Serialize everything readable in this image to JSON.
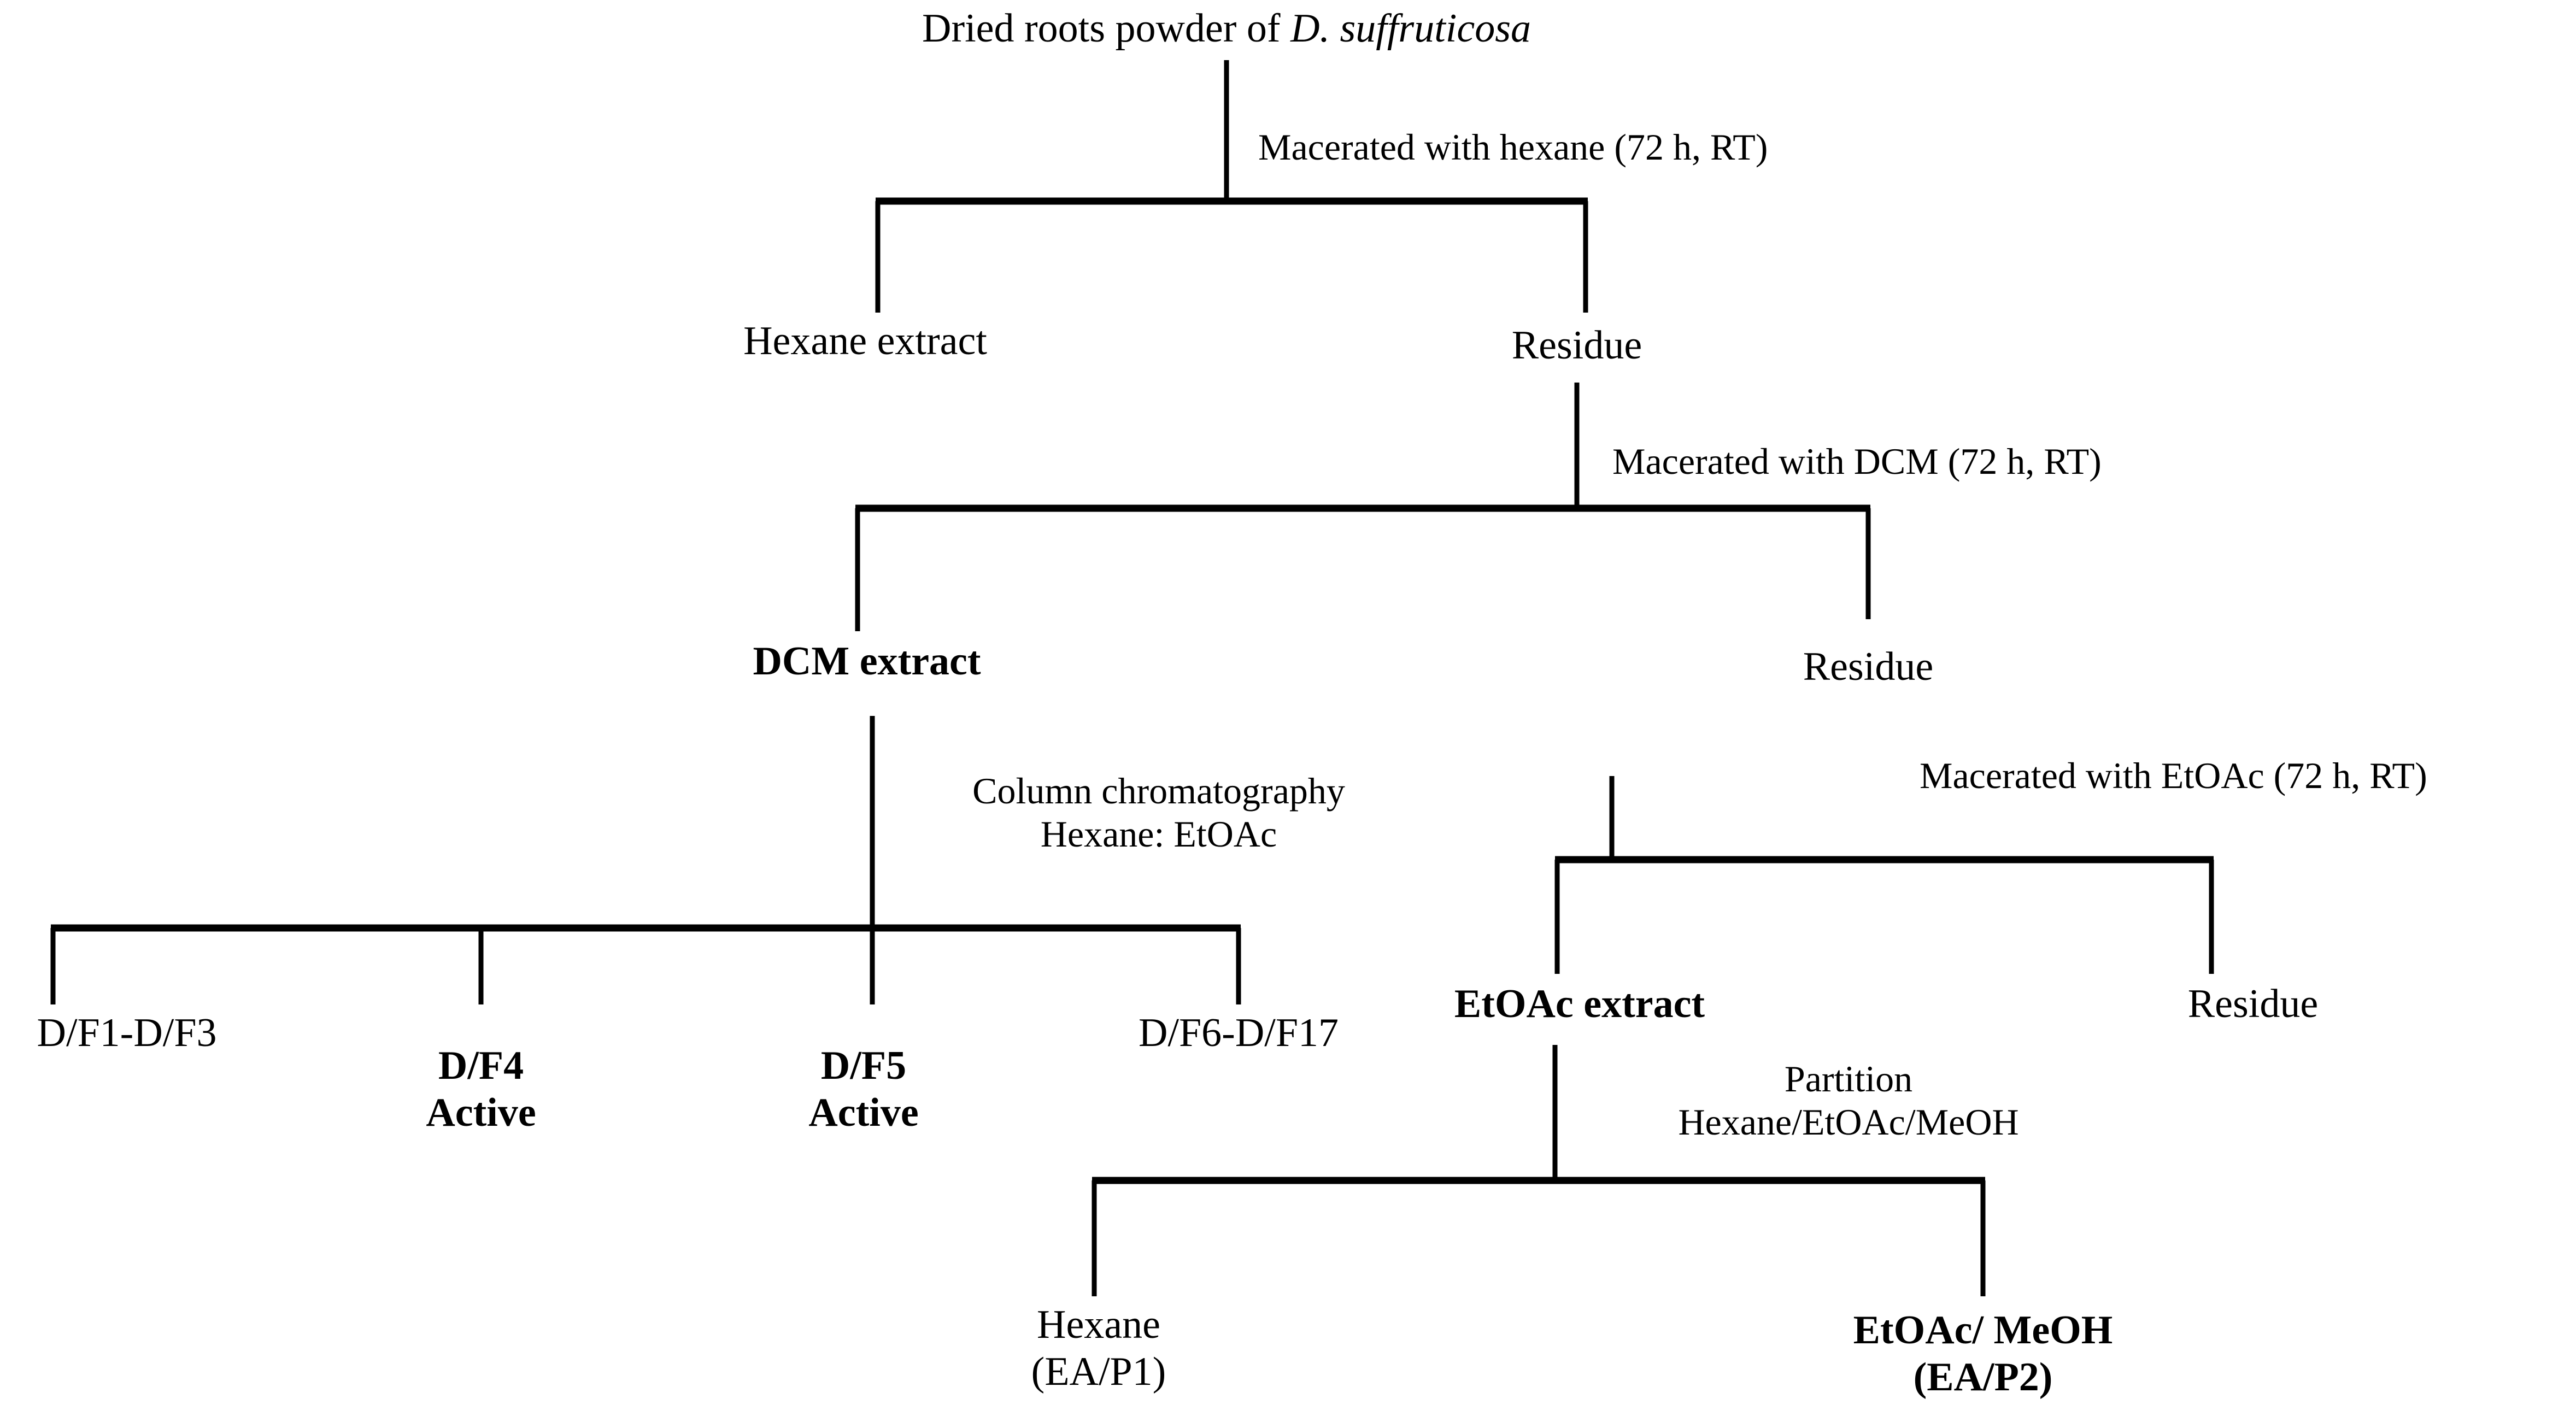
{
  "diagram": {
    "title_prefix": "Dried roots powder of ",
    "title_species": "D. suffruticosa",
    "type": "flowchart",
    "line_color": "#000000",
    "background": "#ffffff"
  },
  "nodes": {
    "root": "Dried roots powder of D. suffruticosa",
    "hexane_extract": "Hexane extract",
    "residue_1": "Residue",
    "dcm_extract": "DCM extract",
    "residue_2": "Residue",
    "frac_1": "D/F1-D/F3",
    "frac_4_name": "D/F4",
    "frac_4_status": "Active",
    "frac_5_name": "D/F5",
    "frac_5_status": "Active",
    "frac_6": "D/F6-D/F17",
    "etoac_extract": "EtOAc extract",
    "residue_3": "Residue",
    "part_hexane_name": "Hexane",
    "part_hexane_code": "(EA/P1)",
    "part_etoac_name": "EtOAc/ MeOH",
    "part_etoac_code": "(EA/P2)"
  },
  "edges": {
    "macerate_hexane": "Macerated with hexane (72 h, RT)",
    "macerate_dcm": "Macerated with DCM (72 h, RT)",
    "macerate_etoac": "Macerated with EtOAc (72 h, RT)",
    "column_chrom_line1": "Column chromatography",
    "column_chrom_line2": "Hexane: EtOAc",
    "partition_line1": "Partition",
    "partition_line2": "Hexane/EtOAc/MeOH"
  }
}
